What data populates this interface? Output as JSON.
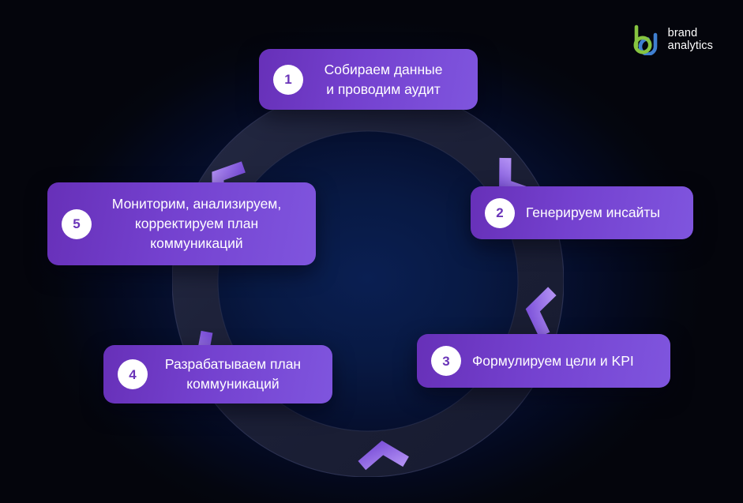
{
  "brand": {
    "logo_icon": "brand-analytics-logo-icon",
    "name_line1": "brand",
    "name_line2": "analytics",
    "colors": {
      "mark_green": "#86c440",
      "mark_blue": "#3f7fd0",
      "text": "#ffffff"
    }
  },
  "diagram": {
    "type": "cycle",
    "direction": "clockwise",
    "ring_color": "#1d2139",
    "ring_stroke": "#2b3050",
    "chevron_color": "#9a6ce8",
    "background_center": "#0a1f52",
    "background_edge": "#04050c",
    "accent_purple": "#7441cf",
    "badge_bg": "#ffffff",
    "badge_text_color": "#6a34b8",
    "chevrons": [
      {
        "name": "chevron-top-left",
        "angle_deg": 305
      },
      {
        "name": "chevron-top-right",
        "angle_deg": 55
      },
      {
        "name": "chevron-right",
        "angle_deg": 100
      },
      {
        "name": "chevron-bottom",
        "angle_deg": 175
      },
      {
        "name": "chevron-left",
        "angle_deg": 245
      }
    ]
  },
  "steps": [
    {
      "number": "1",
      "label": "Собираем данные\nи проводим аудит"
    },
    {
      "number": "2",
      "label": "Генерируем инсайты"
    },
    {
      "number": "3",
      "label": "Формулируем цели и KPI"
    },
    {
      "number": "4",
      "label": "Разрабатываем план\nкоммуникаций"
    },
    {
      "number": "5",
      "label": "Мониторим, анализируем,\nкорректируем план\nкоммуникаций"
    }
  ]
}
